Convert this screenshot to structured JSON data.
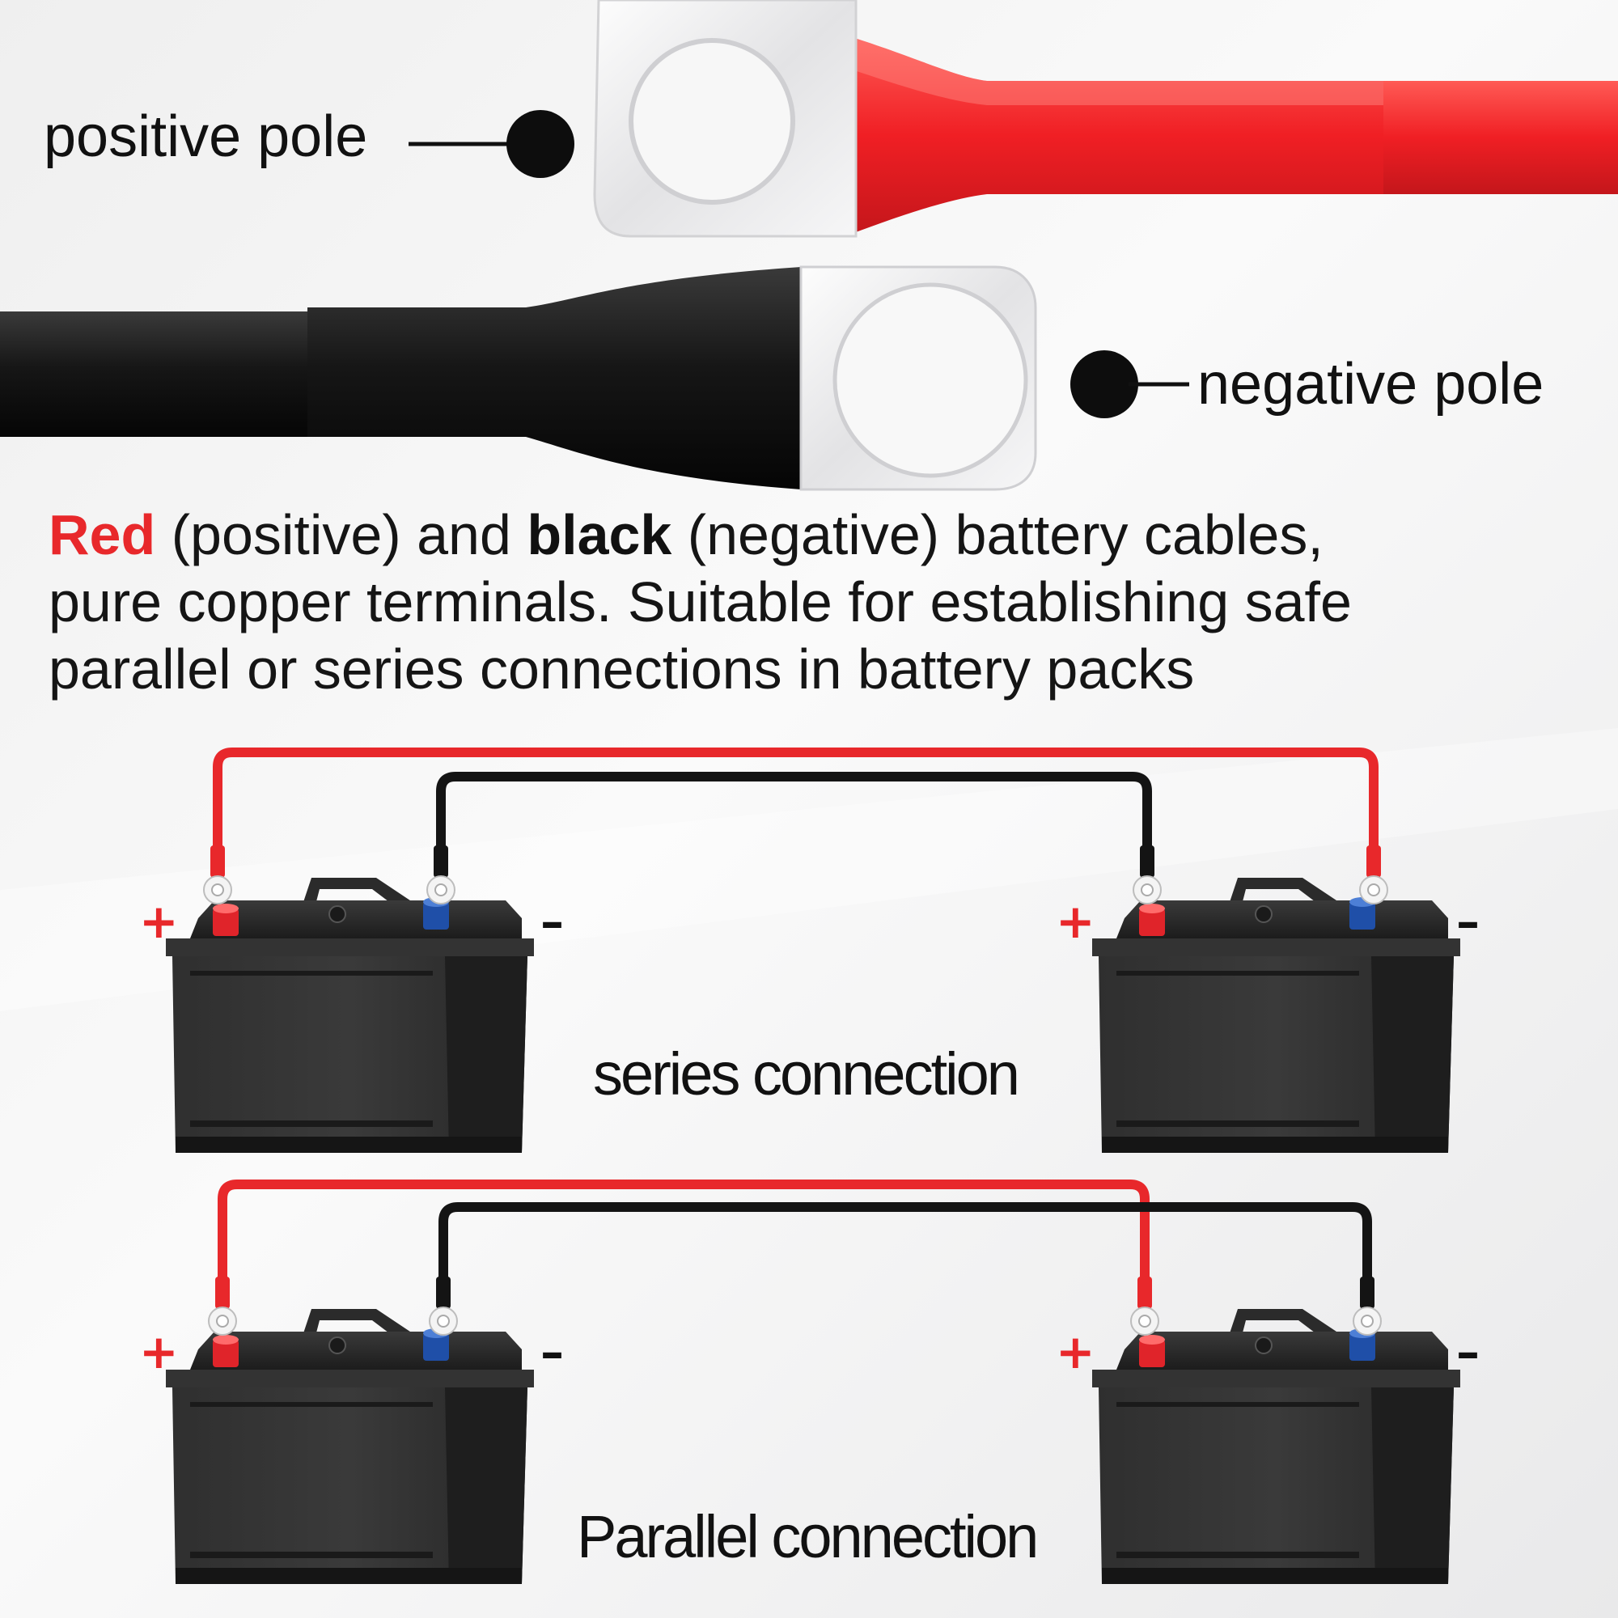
{
  "labels": {
    "positive_pole": "positive pole",
    "negative_pole": "negative pole"
  },
  "description": {
    "red_word": "Red",
    "part1": " (positive) and ",
    "black_word": "black",
    "part2": " (negative) battery cables,",
    "line2": "pure copper terminals. Suitable for establishing safe",
    "line3": "parallel or series connections in battery packs"
  },
  "diagrams": {
    "series_title": "series connection",
    "parallel_title": "Parallel connection",
    "plus_sign": "+",
    "minus_sign": "–"
  },
  "colors": {
    "positive": "#e8282b",
    "negative": "#111111",
    "terminal_negative": "#1f4fa8",
    "battery_body": "#2a2a2a"
  }
}
